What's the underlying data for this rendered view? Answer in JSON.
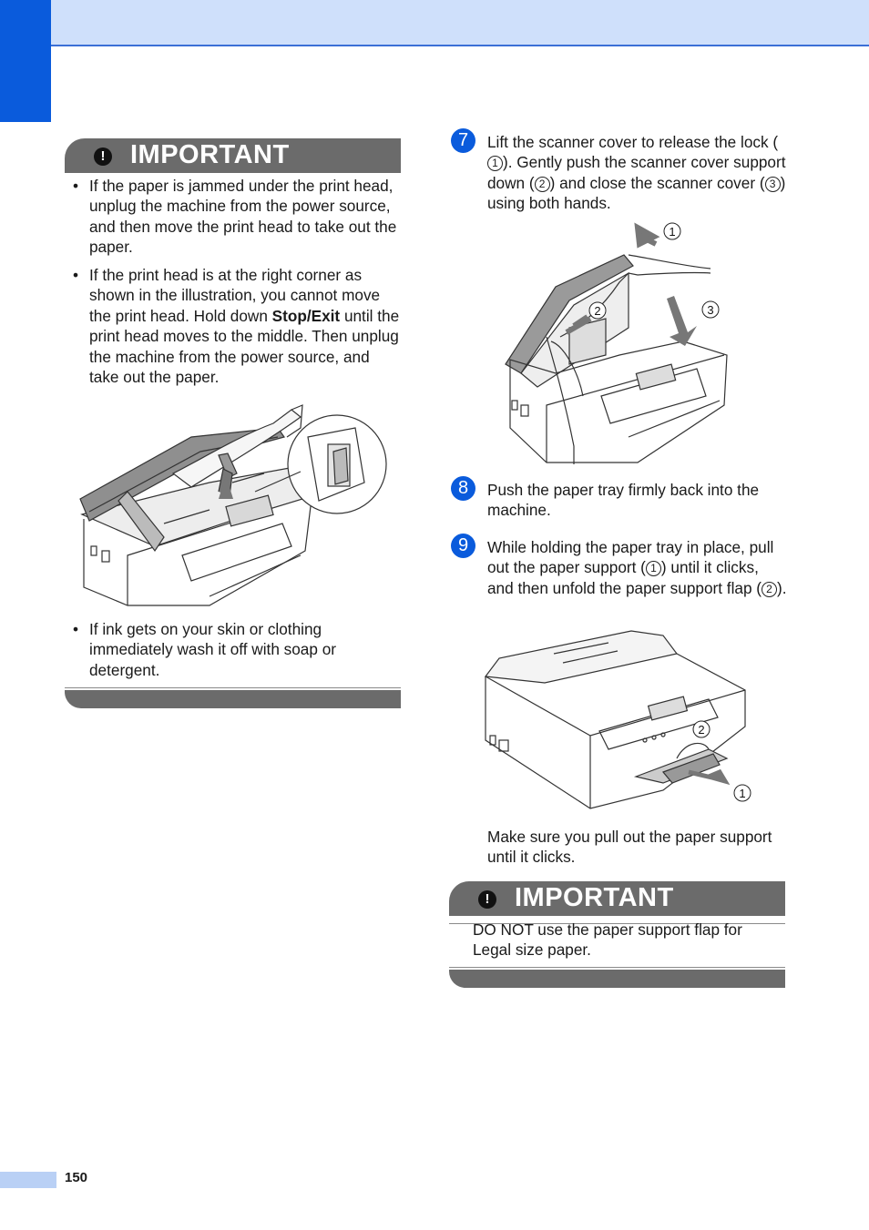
{
  "page": {
    "number": "150"
  },
  "important_1": {
    "title": "IMPORTANT",
    "bullets": [
      "If the paper is jammed under the print head, unplug the machine from the power source, and then move the print head to take out the paper.",
      "If the print head is at the right corner as shown in the illustration, you cannot move the print head. Hold down",
      "If ink gets on your skin or clothing immediately wash it off with soap or detergent."
    ],
    "bullet_2_bold": "Stop/Exit",
    "bullet_2_tail": "until the print head moves to the middle. Then unplug the machine from the power source, and take out the paper."
  },
  "steps": [
    {
      "number": "7",
      "text_a": "Lift the scanner cover to release the lock (",
      "c1": "1",
      "text_b": "). Gently push the scanner cover support down (",
      "c2": "2",
      "text_c": ") and close the scanner cover (",
      "c3": "3",
      "text_d": ") using both hands."
    },
    {
      "number": "8",
      "text": "Push the paper tray firmly back into the machine."
    },
    {
      "number": "9",
      "text_a": "While holding the paper tray in place, pull out the paper support (",
      "c1": "1",
      "text_b": ") until it clicks, and then unfold the paper support flap (",
      "c2": "2",
      "text_c": ").",
      "note": "Make sure you pull out the paper support until it clicks."
    }
  ],
  "figure_callouts": {
    "one": "1",
    "two": "2",
    "three": "3"
  },
  "important_2": {
    "title": "IMPORTANT",
    "text": "DO NOT use the paper support flap for Legal size paper."
  }
}
